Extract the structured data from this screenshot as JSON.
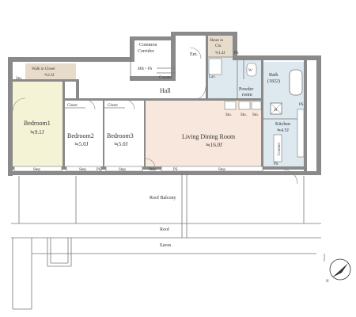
{
  "rooms": {
    "bedroom1": {
      "name": "Bedroom1",
      "area": "≒9.1J"
    },
    "bedroom2": {
      "name": "Bedroom2",
      "area": "≒5.0J"
    },
    "bedroom3": {
      "name": "Bedroom3",
      "area": "≒5.0J"
    },
    "living": {
      "name": "Living Dining Room",
      "area": "≒16.0J"
    },
    "kitchen": {
      "name": "Kitchen",
      "area": "≒4.5J"
    },
    "bath": {
      "name": "Bath",
      "size": "(1822)"
    },
    "powder": {
      "name1": "Powder",
      "name2": "room"
    },
    "walkin": {
      "name": "Walk in Closet",
      "area": "≒2.3J"
    },
    "shoes": {
      "name1": "Shoes in",
      "name2": "Clo.",
      "area": "≒1.4J"
    }
  },
  "labels": {
    "common_corridor_1": "Common",
    "common_corridor_2": "Corridor",
    "ent": "Ent.",
    "mb_ps": "MB・PS",
    "counter_entry": "Counter",
    "hall": "Hall",
    "lav": "Lav.",
    "ps": "PS",
    "closet": "Closet",
    "sto": "Sto.",
    "step": "Step",
    "counter_kitchen": "Counter",
    "wm": "W",
    "refrigerator": "R",
    "roof_balcony": "Roof Balcony",
    "roof": "Roof",
    "eaves": "Eaves",
    "compass_n": "N"
  }
}
